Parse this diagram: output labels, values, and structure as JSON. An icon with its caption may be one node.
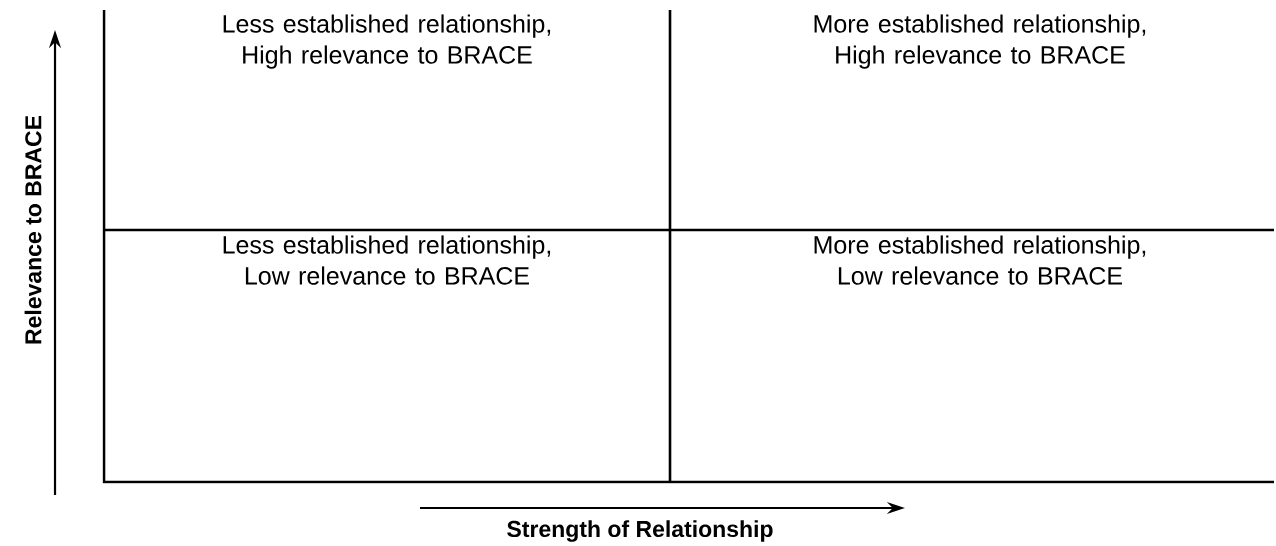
{
  "diagram": {
    "nodes": [
      {
        "text": [
          "Less established relationship, High relevance to BRACE"
        ]
      },
      {
        "text": [
          "More established relationship, High relevance to BRACE"
        ]
      },
      {
        "text": [
          "Less established relationship, Low relevance to BRACE"
        ]
      },
      {
        "text": [
          "More established relationship, Low relevance to BRACE"
        ]
      }
    ],
    "labels": [
      "Relevance to BRACE",
      "Strength of Relationship"
    ]
  }
}
